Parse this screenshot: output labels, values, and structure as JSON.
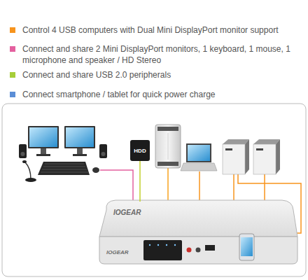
{
  "diagram": {
    "nodes": [
      {
        "text": [
          "HDD"
        ]
      },
      {
        "text": [
          "IOGEAR",
          "IOGEAR"
        ]
      }
    ],
    "edges": [
      {
        "from": 0,
        "to": 1,
        "arrow": "none"
      }
    ],
    "legend": [
      {
        "text": "Control 4 USB computers with Dual Mini DisplayPort monitor support",
        "color": "#f7941d"
      },
      {
        "text": "Connect and share 2 Mini DisplayPort monitors, 1 keyboard, 1 mouse, 1 microphone and speaker / HD Stereo",
        "color": "#e4609f"
      },
      {
        "text": "Connect and share USB 2.0 peripherals",
        "color": "#a6ce39"
      },
      {
        "text": "Connect smartphone / tablet for quick power charge",
        "color": "#5b8ed6"
      }
    ]
  }
}
